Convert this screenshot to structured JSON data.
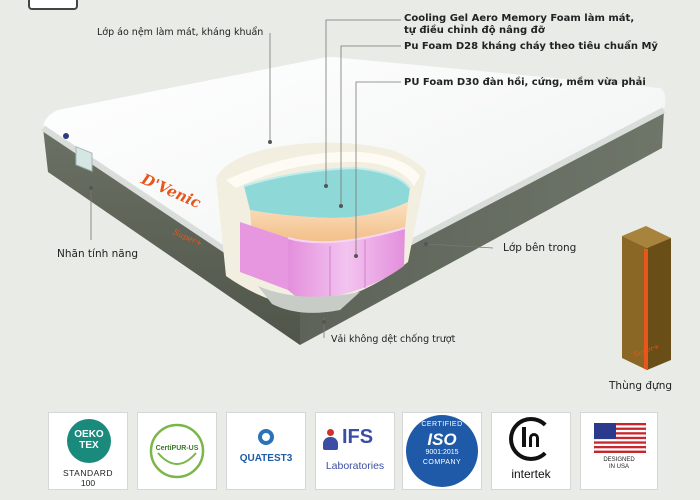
{
  "labels": {
    "cover": "Lớp áo nệm làm mát, kháng khuẩn",
    "cooling_gel_line1": "Cooling Gel Aero Memory Foam làm mát,",
    "cooling_gel_line2": "tự điều chỉnh độ nâng đỡ",
    "pu_d28": "Pu Foam D28 kháng cháy theo tiêu chuẩn Mỹ",
    "pu_d30": "PU Foam D30 đàn hồi, cứng, mềm vừa phải",
    "feature_tag": "Nhãn tính năng",
    "inner_layer": "Lớp bên trong",
    "antislip": "Vải không dệt chống trượt",
    "box": "Thùng đựng"
  },
  "brand": {
    "name": "D'Venic",
    "sub": "Super+"
  },
  "certs": {
    "oeko_line1": "OEKO",
    "oeko_line2": "TEX",
    "oeko_std": "STANDARD",
    "oeko_num": "100",
    "certipur": "CertiPUR-US",
    "quatest": "QUATEST3",
    "ifs_top": "IFS",
    "ifs_bottom": "Laboratories",
    "iso_top": "CERTIFIED",
    "iso_mid": "ISO",
    "iso_num": "9001:2015",
    "iso_bottom": "COMPANY",
    "intertek": "intertek",
    "usa_line1": "DESIGNED",
    "usa_line2": "IN USA"
  },
  "colors": {
    "background": "#e8ebe6",
    "mattress_top": "#f7f9f8",
    "mattress_side": "#5f6659",
    "gel_layer": "#8fd8d8",
    "d28_layer": "#f5c99a",
    "d30_layer": "#e9a6e4",
    "brand_orange": "#e8561b",
    "box": "#7a5a1e"
  }
}
